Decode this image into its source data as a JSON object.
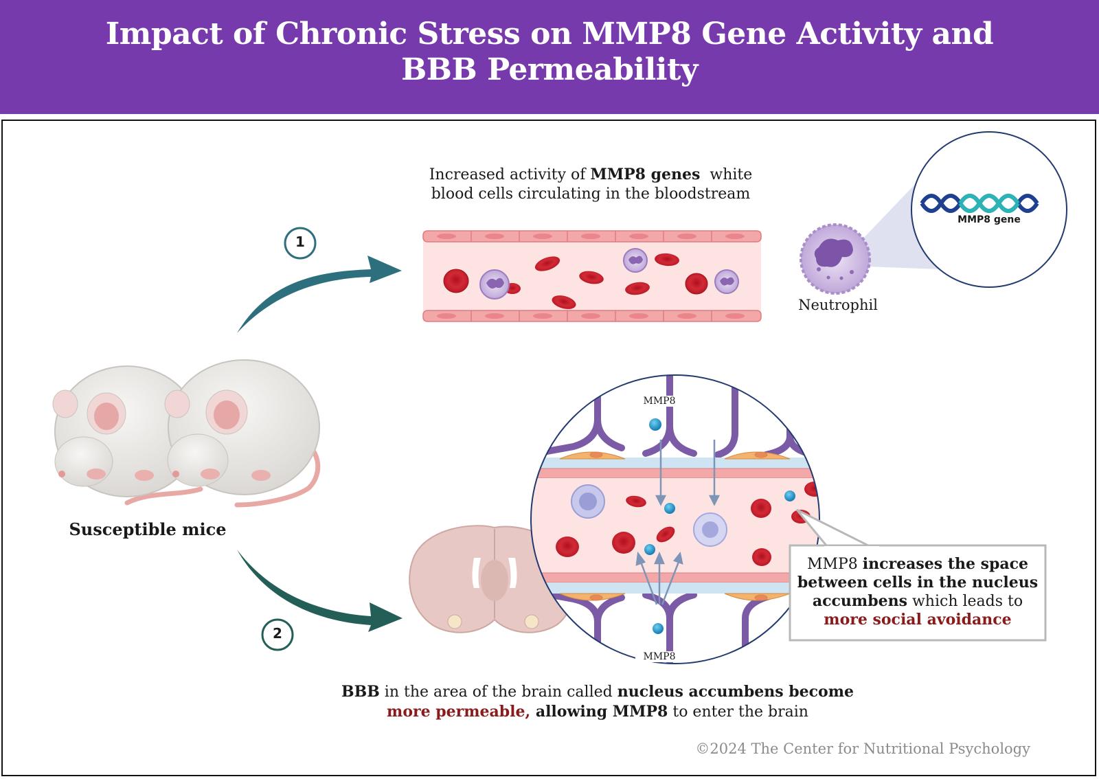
{
  "title": "Impact of Chronic Stress on MMP8 Gene Activity and BBB Permeability",
  "step1": {
    "number": "1",
    "caption_pre": "Increased activity of ",
    "caption_bold": "MMP8 genes",
    "caption_post": "  white",
    "caption_line2": "blood cells circulating in the bloodstream"
  },
  "neutrophil_label": "Neutrophil",
  "gene_label": "MMP8 gene",
  "mice_label": "Susceptible mice",
  "step2": {
    "number": "2",
    "mmp8_top": "MMP8",
    "mmp8_bottom": "MMP8",
    "caption_l1_a": "BBB",
    "caption_l1_b": " in the area of the brain called ",
    "caption_l1_c": "nucleus accumbens become",
    "caption_l2_a": "more permeable,",
    "caption_l2_b": " allowing MMP8",
    "caption_l2_c": " to enter the brain"
  },
  "callout": {
    "l1_a": "MMP8 ",
    "l1_b": "increases the space",
    "l2": "between cells in the nucleus",
    "l3_a": "accumbens",
    "l3_b": " which leads to",
    "l4": "more social avoidance"
  },
  "copyright": "©2024 The Center for Nutritional Psychology",
  "colors": {
    "header": "#763aad",
    "accent_red": "#8b1a1a",
    "arrow_teal": "#2e6f7e",
    "arrow_green": "#235f57"
  }
}
